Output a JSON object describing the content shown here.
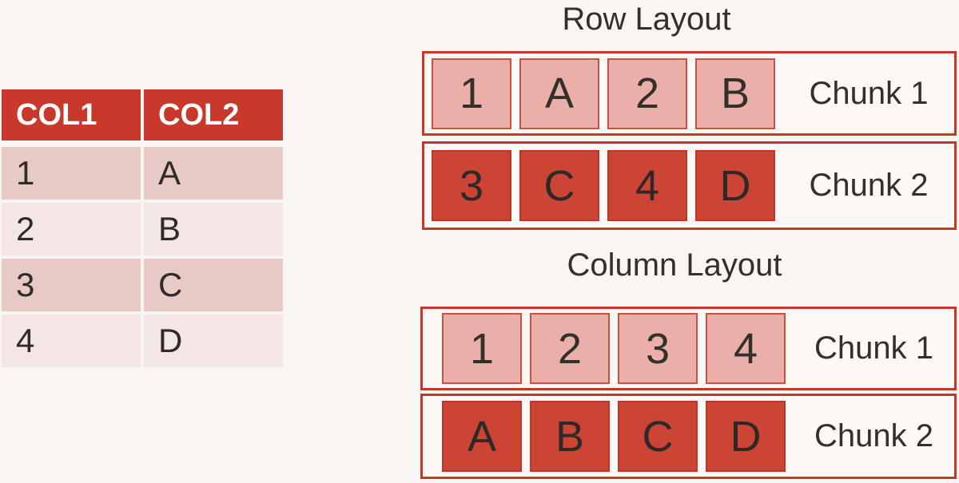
{
  "colors": {
    "page_background": "#F8F5F2",
    "accent_red": "#C8392B",
    "box_border_red": "#C43828",
    "light_cell_pink": "#EBAFA9",
    "dark_cell_red": "#CC4433",
    "table_row_dark_pink": "#E7C9C6",
    "table_row_light_pink": "#F4E6E4",
    "text_dark": "#33302C",
    "header_text_white": "#FFFFFF"
  },
  "table": {
    "headers": [
      "COL1",
      "COL2"
    ],
    "rows": [
      [
        "1",
        "A"
      ],
      [
        "2",
        "B"
      ],
      [
        "3",
        "C"
      ],
      [
        "4",
        "D"
      ]
    ]
  },
  "row_layout": {
    "title": "Row Layout",
    "chunks": [
      {
        "label": "Chunk 1",
        "style": "light",
        "cells": [
          "1",
          "A",
          "2",
          "B"
        ]
      },
      {
        "label": "Chunk 2",
        "style": "dark",
        "cells": [
          "3",
          "C",
          "4",
          "D"
        ]
      }
    ]
  },
  "column_layout": {
    "title": "Column Layout",
    "chunks": [
      {
        "label": "Chunk 1",
        "style": "light",
        "cells": [
          "1",
          "2",
          "3",
          "4"
        ]
      },
      {
        "label": "Chunk 2",
        "style": "dark",
        "cells": [
          "A",
          "B",
          "C",
          "D"
        ]
      }
    ]
  }
}
